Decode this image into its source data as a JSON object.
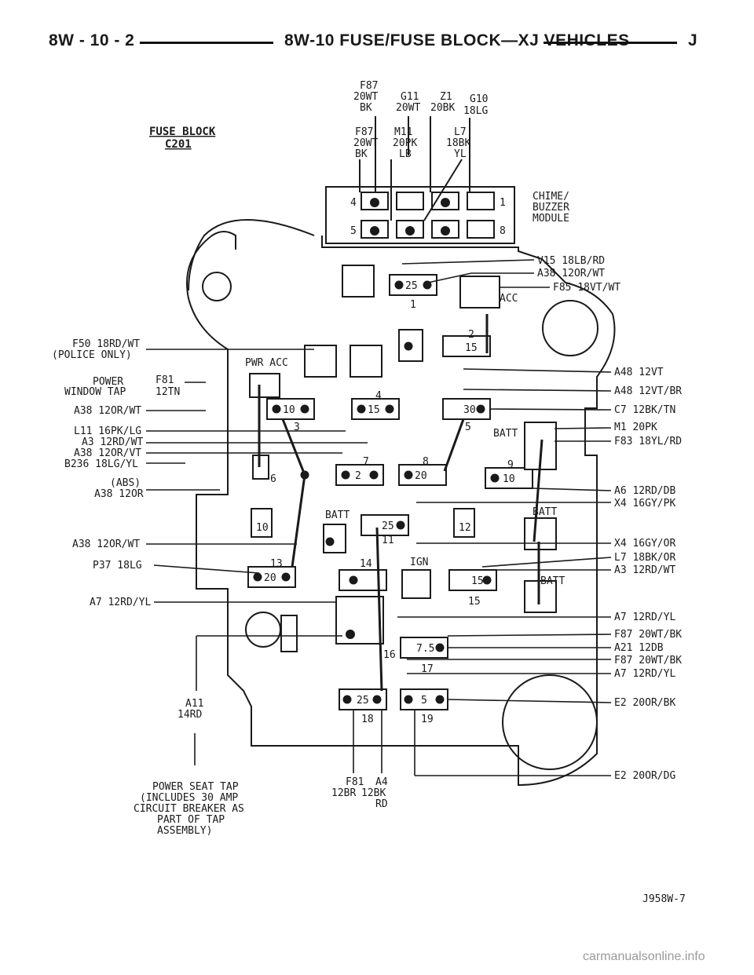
{
  "header": {
    "page_ref": "8W - 10 - 2",
    "section_title": "8W-10 FUSE/FUSE BLOCK—XJ VEHICLES",
    "brand_letter": "J"
  },
  "fuse_block": {
    "title": "FUSE BLOCK",
    "connector": "C201"
  },
  "module": {
    "name_lines": [
      "CHIME/",
      "BUZZER",
      "MODULE"
    ]
  },
  "top_wires": {
    "row1": [
      {
        "lines": [
          "F87",
          "20WT",
          "BK"
        ]
      },
      {
        "lines": [
          "G11",
          "20WT"
        ]
      },
      {
        "lines": [
          "Z1",
          "20BK"
        ]
      },
      {
        "lines": [
          "G10",
          "18LG"
        ]
      }
    ],
    "row2": [
      {
        "lines": [
          "F87",
          "20WT",
          "BK"
        ]
      },
      {
        "lines": [
          "M11",
          "20PK",
          "LB"
        ]
      },
      {
        "lines": [
          "L7",
          "18BK",
          "YL"
        ]
      }
    ]
  },
  "connector_pins": [
    "4",
    "1",
    "5",
    "8"
  ],
  "left_wires": [
    [
      "F50 18RD/WT",
      "(POLICE ONLY)"
    ],
    [
      "POWER",
      "WINDOW TAP"
    ],
    [
      "F81",
      "12TN"
    ],
    [
      "A38 12OR/WT"
    ],
    [
      "L11 16PK/LG"
    ],
    [
      "A3 12RD/WT"
    ],
    [
      "A38 12OR/VT"
    ],
    [
      "B236 18LG/YL"
    ],
    [
      "(ABS)"
    ],
    [
      "A38 12OR"
    ],
    [
      "A38 12OR/WT"
    ],
    [
      "P37 18LG"
    ],
    [
      "A7 12RD/YL"
    ],
    [
      "A11",
      "14RD"
    ]
  ],
  "right_wires": [
    "V15 18LB/RD",
    "A38 12OR/WT",
    "F85 18VT/WT",
    "A48 12VT",
    "A48 12VT/BR",
    "C7 12BK/TN",
    "M1 20PK",
    "F83 18YL/RD",
    "A6 12RD/DB",
    "X4 16GY/PK",
    "X4 16GY/OR",
    "L7 18BK/OR",
    "A3 12RD/WT",
    "A7 12RD/YL",
    "F87 20WT/BK",
    "A21 12DB",
    "F87 20WT/BK",
    "A7 12RD/YL",
    "E2 20OR/BK",
    "E2 20OR/DG"
  ],
  "bottom_wires": [
    {
      "lines": [
        "F81",
        "12BR"
      ]
    },
    {
      "lines": [
        "A4",
        "12BK",
        "RD"
      ]
    }
  ],
  "fuse_labels": {
    "pwr_acc": "PWR ACC",
    "acc": "ACC",
    "batt": "BATT",
    "ign": "IGN",
    "abs_note": "(ABS)"
  },
  "fuse_numbers": [
    {
      "id": "1",
      "amp": "25"
    },
    {
      "id": "2",
      "amp": "15"
    },
    {
      "id": "3",
      "amp": "10"
    },
    {
      "id": "4",
      "amp": "15"
    },
    {
      "id": "5",
      "amp": "30"
    },
    {
      "id": "6",
      "amp": ""
    },
    {
      "id": "7",
      "amp": "2"
    },
    {
      "id": "8",
      "amp": "20"
    },
    {
      "id": "9",
      "amp": "10"
    },
    {
      "id": "10",
      "amp": ""
    },
    {
      "id": "11",
      "amp": "25"
    },
    {
      "id": "12",
      "amp": ""
    },
    {
      "id": "13",
      "amp": "20"
    },
    {
      "id": "14",
      "amp": ""
    },
    {
      "id": "15",
      "amp": "15"
    },
    {
      "id": "16",
      "amp": ""
    },
    {
      "id": "17",
      "amp": "7.5"
    },
    {
      "id": "18",
      "amp": "25"
    },
    {
      "id": "19",
      "amp": "5"
    }
  ],
  "power_seat_note": [
    "POWER SEAT TAP",
    "(INCLUDES 30 AMP",
    "CIRCUIT BREAKER AS",
    "PART OF TAP",
    "ASSEMBLY)"
  ],
  "figure_id": "J958W-7",
  "watermark": "carmanualsonline.info"
}
